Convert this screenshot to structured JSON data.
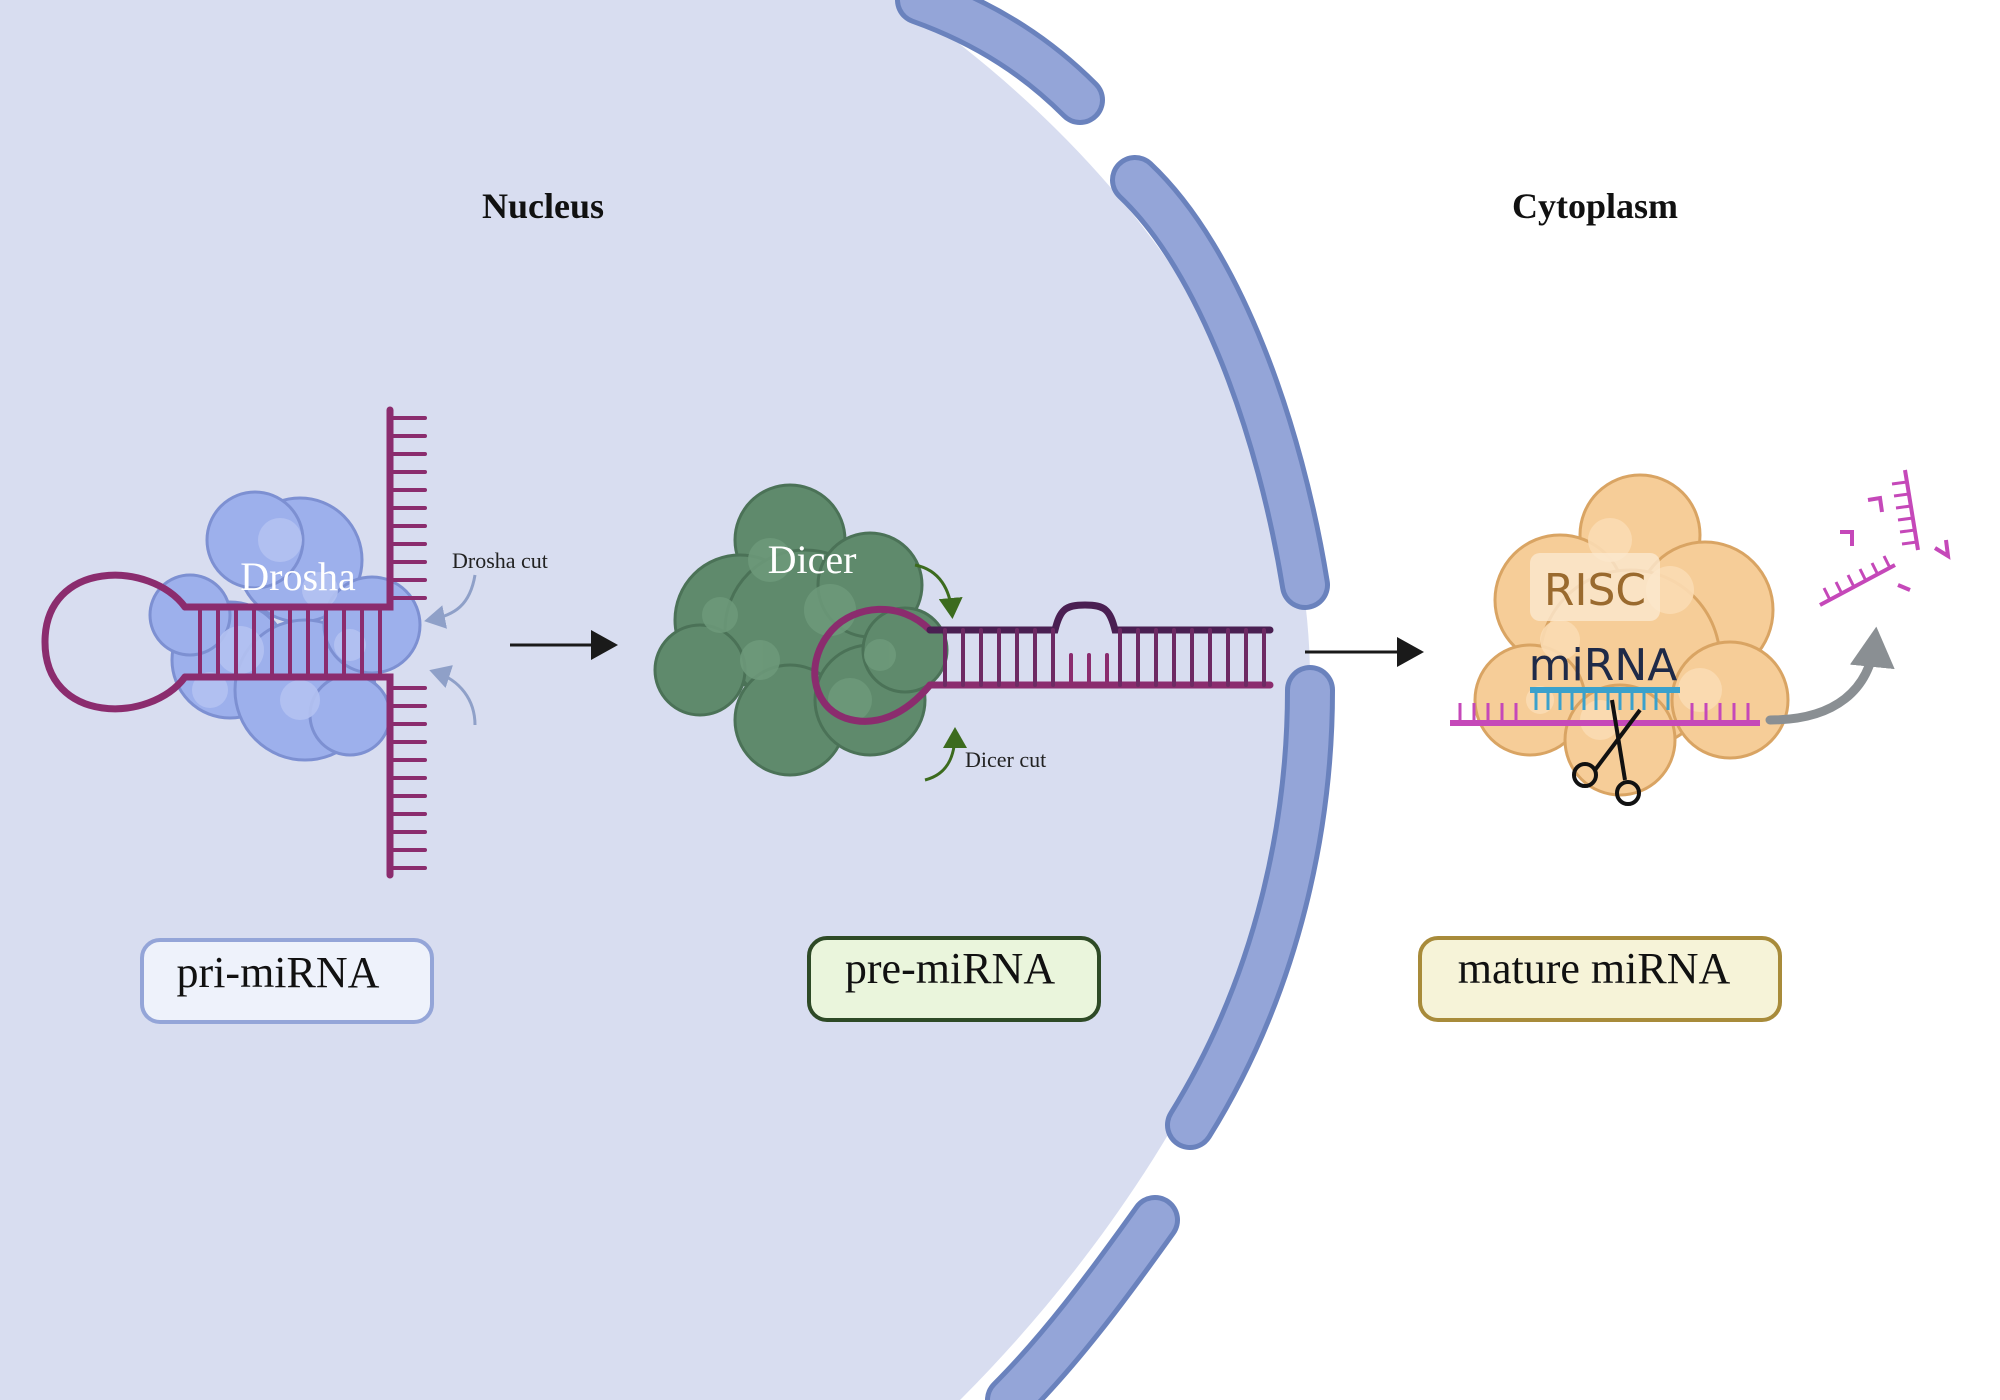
{
  "regions": {
    "nucleus_label": "Nucleus",
    "cytoplasm_label": "Cytoplasm"
  },
  "stages": {
    "pri": {
      "label": "pri-miRNA",
      "enzyme": "Drosha",
      "cut_label": "Drosha cut"
    },
    "pre": {
      "label": "pre-miRNA",
      "enzyme": "Dicer",
      "cut_label": "Dicer cut"
    },
    "mature": {
      "label": "mature miRNA",
      "complex": "RISC",
      "strand": "miRNA"
    }
  },
  "colors": {
    "nucleus_fill": "#d8ddf0",
    "envelope": "#94a5d8",
    "envelope_edge": "#6a82bd",
    "rna": "#8b2c6e",
    "rna_dark": "#4a1f52",
    "drosha": "#9db0ec",
    "dicer": "#5f8a6c",
    "risc": "#f6cd98",
    "mirna": "#3aa1cc",
    "target": "#c548b9",
    "pri_box": "#eef2fb",
    "pre_box": "#eaf5dc",
    "mature_box": "#f6f3d8"
  },
  "icons": [
    "arrow-right-icon",
    "curved-arrow-icon",
    "scissors-icon"
  ]
}
